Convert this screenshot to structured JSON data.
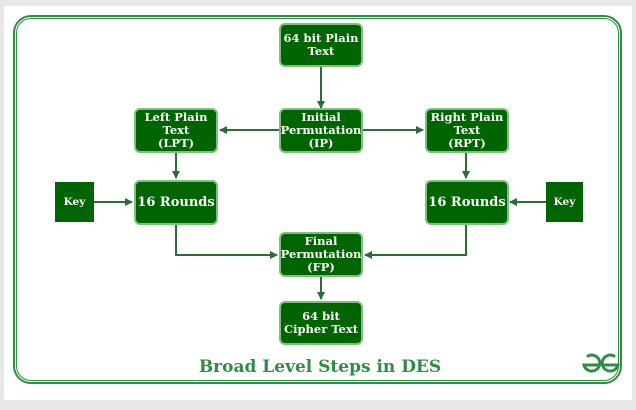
{
  "diagram": {
    "nodes": {
      "plain_text": "64 bit Plain\nText",
      "initial_permutation": "Initial\nPermutation\n(IP)",
      "left_plain_text": "Left Plain\nText\n(LPT)",
      "right_plain_text": "Right Plain\nText\n(RPT)",
      "rounds_left": "16 Rounds",
      "rounds_right": "16 Rounds",
      "key_left": "Key",
      "key_right": "Key",
      "final_permutation": "Final\nPermutation\n(FP)",
      "cipher_text": "64 bit\nCipher Text"
    },
    "caption": "Broad Level Steps in DES"
  },
  "colors": {
    "box_fill": "#006400",
    "box_border": "#7fbf7f",
    "accent": "#2f8d46",
    "arrow": "#2e6b3a"
  }
}
